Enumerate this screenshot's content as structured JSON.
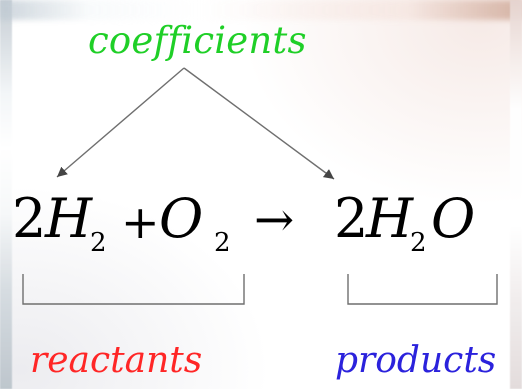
{
  "labels": {
    "coefficients": "coefficients",
    "reactants": "reactants",
    "products": "products"
  },
  "equation": {
    "reactant_coefficient": "2",
    "reactant_h": "H",
    "reactant_h_subscript": "2",
    "plus": "+",
    "reactant_o": "O",
    "reactant_o_subscript": "2",
    "arrow": "→",
    "product_coefficient": "2",
    "product_h": "H",
    "product_h_subscript": "2",
    "product_o": "O"
  },
  "colors": {
    "coefficients": "#1fcf27",
    "reactants": "#ff2626",
    "products": "#2b22dc",
    "equation": "#000000",
    "lines": "#6f6f6f"
  }
}
